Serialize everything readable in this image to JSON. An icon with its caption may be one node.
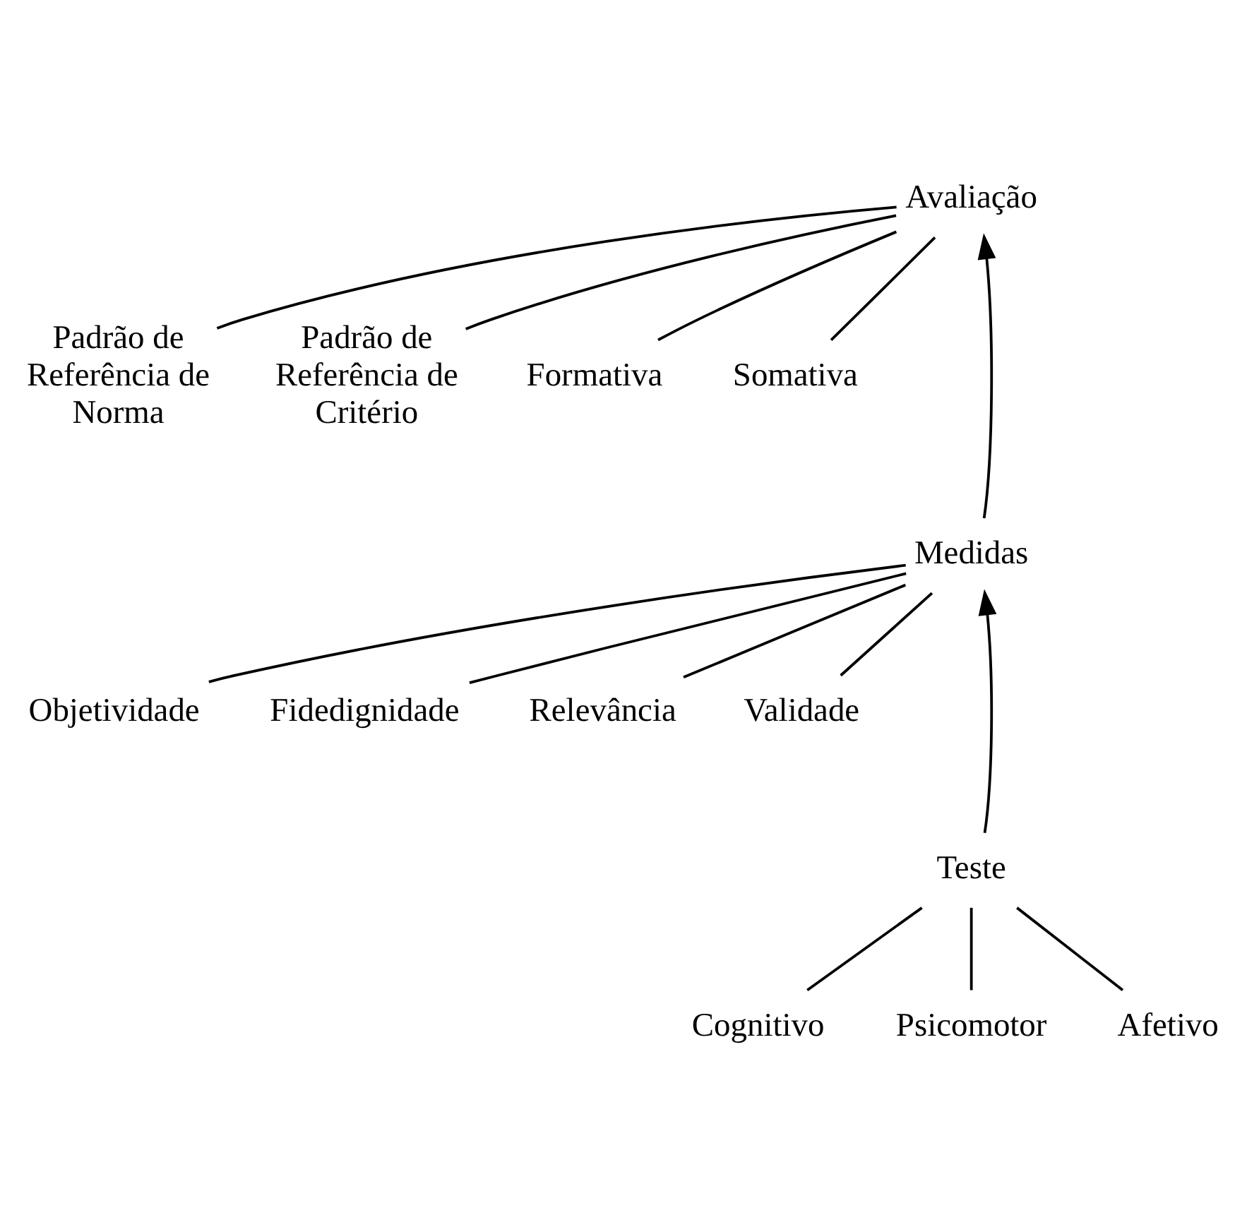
{
  "diagram": {
    "nodes": [
      {
        "text": [
          "Avaliação"
        ]
      },
      {
        "text": [
          "Padrão de Referência de Norma"
        ]
      },
      {
        "text": [
          "Padrão de Referência de Critério"
        ]
      },
      {
        "text": [
          "Formativa"
        ]
      },
      {
        "text": [
          "Somativa"
        ]
      },
      {
        "text": [
          "Medidas"
        ]
      },
      {
        "text": [
          "Objetividade"
        ]
      },
      {
        "text": [
          "Fidedignidade"
        ]
      },
      {
        "text": [
          "Relevância"
        ]
      },
      {
        "text": [
          "Validade"
        ]
      },
      {
        "text": [
          "Teste"
        ]
      },
      {
        "text": [
          "Cognitivo"
        ]
      },
      {
        "text": [
          "Psicomotor"
        ]
      },
      {
        "text": [
          "Afetivo"
        ]
      }
    ],
    "edges": [
      {
        "from": 0,
        "to": 1,
        "arrow": "none"
      },
      {
        "from": 0,
        "to": 2,
        "arrow": "none"
      },
      {
        "from": 5,
        "to": 0,
        "arrow": "to"
      },
      {
        "from": 0,
        "to": 3,
        "arrow": "none"
      },
      {
        "from": 0,
        "to": 4,
        "arrow": "none"
      },
      {
        "from": 5,
        "to": 6,
        "arrow": "none"
      },
      {
        "from": 5,
        "to": 7,
        "arrow": "none"
      },
      {
        "from": 10,
        "to": 5,
        "arrow": "to"
      },
      {
        "from": 5,
        "to": 8,
        "arrow": "none"
      },
      {
        "from": 5,
        "to": 9,
        "arrow": "none"
      },
      {
        "from": 10,
        "to": 11,
        "arrow": "none"
      },
      {
        "from": 10,
        "to": 12,
        "arrow": "none"
      },
      {
        "from": 10,
        "to": 13,
        "arrow": "none"
      }
    ]
  }
}
